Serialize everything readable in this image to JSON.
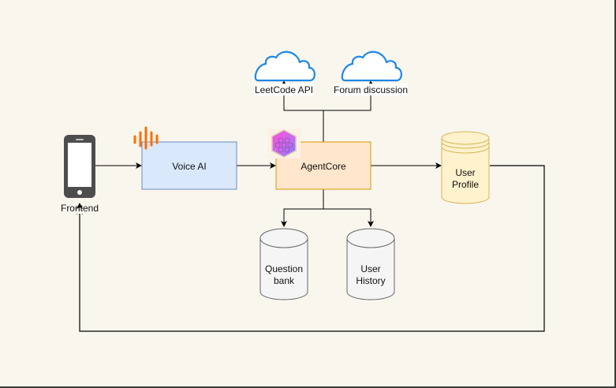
{
  "nodes": {
    "frontend": {
      "label": "Frontend",
      "icon": "smartphone-icon",
      "color": "#4d4d4d"
    },
    "voice_ai": {
      "label": "Voice AI",
      "icon": "audio-wave-icon",
      "fill": "#dae8fc",
      "stroke": "#6c8ebf",
      "icon_color": "#ff6d00"
    },
    "agentcore": {
      "label": "AgentCore",
      "icon": "brain-hexagon-icon",
      "fill": "#ffe6cc",
      "stroke": "#d79b00"
    },
    "leetcode_api": {
      "label": "LeetCode API",
      "icon": "cloud-icon",
      "color": "#1e88e5"
    },
    "forum_discussion": {
      "label": "Forum discussion",
      "icon": "cloud-icon",
      "color": "#1e88e5"
    },
    "user_profile": {
      "label_lines": [
        "User",
        "Profile"
      ],
      "shape": "datastore",
      "fill": "#fff2cc",
      "stroke": "#d6b656"
    },
    "question_bank": {
      "label_lines": [
        "Question",
        "bank"
      ],
      "shape": "cylinder",
      "fill": "#f5f5f5",
      "stroke": "#666666"
    },
    "user_history": {
      "label_lines": [
        "User",
        "History"
      ],
      "shape": "cylinder",
      "fill": "#f5f5f5",
      "stroke": "#666666"
    }
  },
  "edges": [
    {
      "from": "frontend",
      "to": "voice_ai"
    },
    {
      "from": "voice_ai",
      "to": "agentcore"
    },
    {
      "from": "agentcore",
      "to": "leetcode_api"
    },
    {
      "from": "agentcore",
      "to": "forum_discussion"
    },
    {
      "from": "agentcore",
      "to": "user_profile"
    },
    {
      "from": "agentcore",
      "to": "question_bank"
    },
    {
      "from": "agentcore",
      "to": "user_history"
    },
    {
      "from": "user_profile",
      "to": "frontend"
    }
  ]
}
